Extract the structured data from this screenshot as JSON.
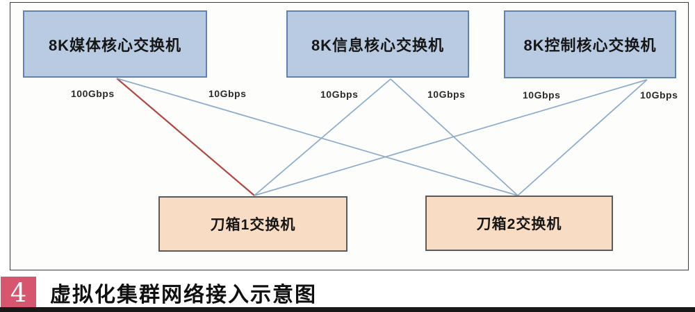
{
  "figure": {
    "badge_number": "4",
    "caption": "虚拟化集群网络接入示意图"
  },
  "colors": {
    "core_fill": "#b9cbe2",
    "core_border": "#5f83ab",
    "blade_fill": "#f8dcc4",
    "blade_border": "#5a5a5a",
    "link": "#8cabcd",
    "link_highlight": "#b04741",
    "badge_bg": "#d5566e",
    "bottom_bar": "#181818"
  },
  "diagram": {
    "nodes": [
      {
        "id": "media",
        "label": "8K媒体核心交换机",
        "type": "core"
      },
      {
        "id": "info",
        "label": "8K信息核心交换机",
        "type": "core"
      },
      {
        "id": "control",
        "label": "8K控制核心交换机",
        "type": "core"
      },
      {
        "id": "blade1",
        "label": "刀箱1交换机",
        "type": "blade"
      },
      {
        "id": "blade2",
        "label": "刀箱2交换机",
        "type": "blade"
      }
    ],
    "edges": [
      {
        "from": "media",
        "to": "blade1",
        "bandwidth": "100Gbps",
        "highlight": true
      },
      {
        "from": "media",
        "to": "blade2",
        "bandwidth": "10Gbps",
        "highlight": false
      },
      {
        "from": "info",
        "to": "blade1",
        "bandwidth": "10Gbps",
        "highlight": false
      },
      {
        "from": "info",
        "to": "blade2",
        "bandwidth": "10Gbps",
        "highlight": false
      },
      {
        "from": "control",
        "to": "blade1",
        "bandwidth": "10Gbps",
        "highlight": false
      },
      {
        "from": "control",
        "to": "blade2",
        "bandwidth": "10Gbps",
        "highlight": false
      }
    ]
  }
}
